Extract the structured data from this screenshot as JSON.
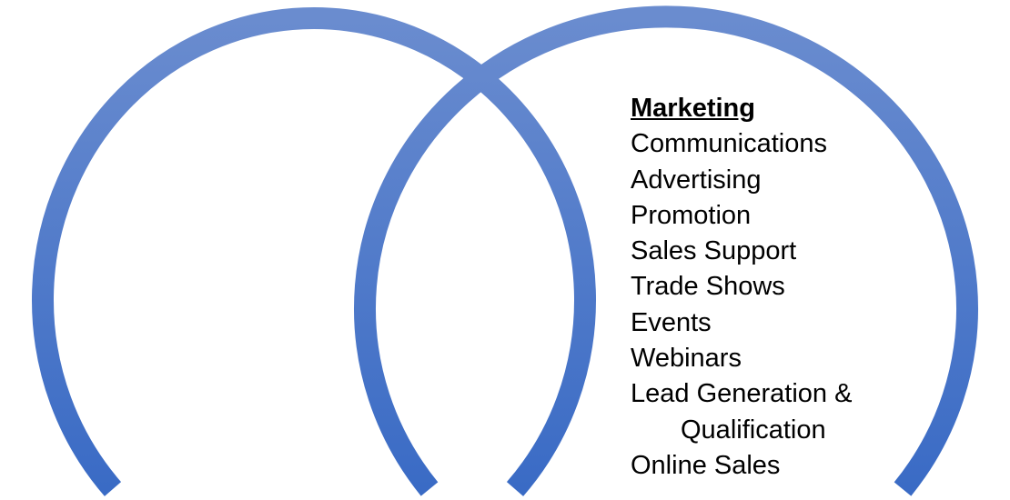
{
  "colors": {
    "ring_top": "#6a8ccf",
    "ring_bottom": "#3a6bc5"
  },
  "marketing": {
    "heading": "Marketing",
    "items": [
      "Communications",
      "Advertising",
      "Promotion",
      "Sales Support",
      "Trade Shows",
      "Events",
      "Webinars",
      "Lead Generation &",
      "Qualification",
      "Online Sales"
    ]
  }
}
